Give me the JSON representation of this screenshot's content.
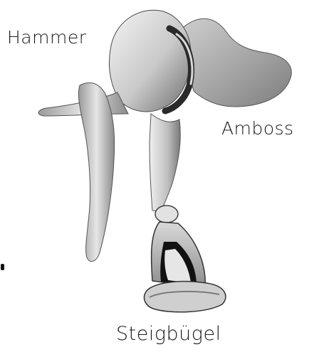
{
  "labels": {
    "hammer": "Hammer",
    "amboss": "Amboss",
    "steigbuegel": "Steigbügel"
  },
  "colors": {
    "background": "#ffffff",
    "bone_light": "#e8e8e8",
    "bone_mid": "#a9a9a9",
    "bone_dark": "#3a3a3a",
    "text": "#1a1a1a"
  }
}
